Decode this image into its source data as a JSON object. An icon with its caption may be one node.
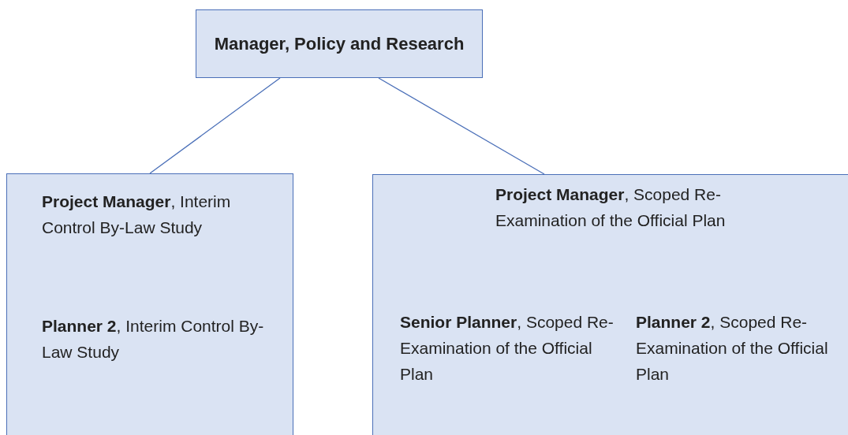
{
  "diagram": {
    "nodes": [
      {
        "text": [
          "Manager, Policy and Research"
        ]
      },
      {
        "text": [
          "**Project Manager**, Interim Control By-Law Study",
          "**Planner 2**, Interim Control By-Law Study"
        ]
      },
      {
        "text": [
          "**Project Manager**, Scoped Re-Examination of the Official Plan",
          "**Senior Planner**, Scoped Re-Examination of the Official Plan",
          "**Planner 2**, Scoped Re-Examination of the Official Plan"
        ]
      }
    ],
    "edges": [
      {
        "from": 0,
        "to": 1,
        "arrow": "none"
      },
      {
        "from": 0,
        "to": 2,
        "arrow": "none"
      }
    ]
  }
}
